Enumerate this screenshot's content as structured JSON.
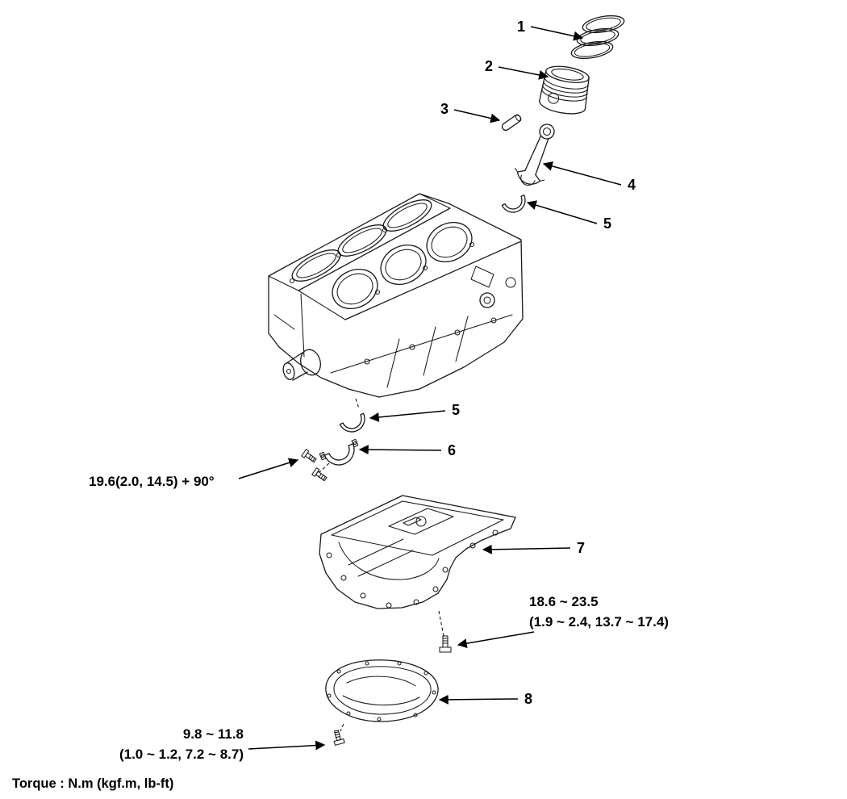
{
  "diagram": {
    "callouts": {
      "rings": "1",
      "piston": "2",
      "piston_pin": "3",
      "connecting_rod": "4",
      "rod_bearing_upper": "5",
      "rod_bearing_lower": "5",
      "bearing_cap": "6",
      "upper_oil_pan": "7",
      "lower_oil_pan": "8"
    },
    "torque_specs": {
      "rod_cap_bolts": "19.6(2.0, 14.5) + 90°",
      "upper_oil_pan_bolts": {
        "line1": "18.6 ~ 23.5",
        "line2": "(1.9 ~ 2.4, 13.7 ~ 17.4)"
      },
      "lower_oil_pan_bolts": {
        "line1": "9.8 ~ 11.8",
        "line2": "(1.0 ~ 1.2, 7.2 ~ 8.7)"
      }
    },
    "footer_note": "Torque : N.m (kgf.m, lb-ft)"
  }
}
